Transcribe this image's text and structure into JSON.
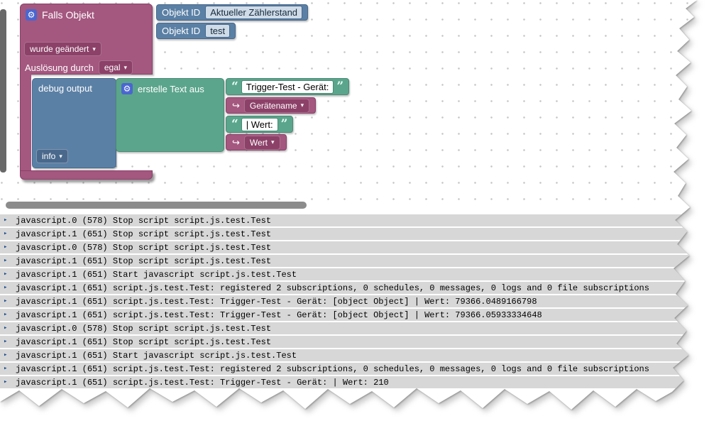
{
  "workspace": {
    "falls_block": {
      "title": "Falls Objekt",
      "changed_dropdown": "wurde geändert",
      "trigger_label": "Auslösung durch",
      "trigger_dropdown": "egal"
    },
    "objekt_rows": [
      {
        "label": "Objekt ID",
        "value": "Aktueller Zählerstand"
      },
      {
        "label": "Objekt ID",
        "value": "test"
      }
    ],
    "debug_block": {
      "title": "debug output",
      "level_dropdown": "info"
    },
    "text_block": {
      "title": "erstelle Text aus"
    },
    "text_items": [
      {
        "kind": "string",
        "value": "Trigger-Test - Gerät:"
      },
      {
        "kind": "variable",
        "value": "Gerätename"
      },
      {
        "kind": "string",
        "value": "| Wert:"
      },
      {
        "kind": "variable",
        "value": "Wert"
      }
    ]
  },
  "log": {
    "rows": [
      "javascript.0 (578) Stop script script.js.test.Test",
      "javascript.1 (651) Stop script script.js.test.Test",
      "javascript.0 (578) Stop script script.js.test.Test",
      "javascript.1 (651) Stop script script.js.test.Test",
      "javascript.1 (651) Start javascript script.js.test.Test",
      "javascript.1 (651) script.js.test.Test: registered 2 subscriptions, 0 schedules, 0 messages, 0 logs and 0 file subscriptions",
      "javascript.1 (651) script.js.test.Test: Trigger-Test - Gerät: [object Object] | Wert: 79366.0489166798",
      "javascript.1 (651) script.js.test.Test: Trigger-Test - Gerät: [object Object] | Wert: 79366.05933334648",
      "javascript.0 (578) Stop script script.js.test.Test",
      "javascript.1 (651) Stop script script.js.test.Test",
      "javascript.1 (651) Start javascript script.js.test.Test",
      "javascript.1 (651) script.js.test.Test: registered 2 subscriptions, 0 schedules, 0 messages, 0 logs and 0 file subscriptions",
      "javascript.1 (651) script.js.test.Test: Trigger-Test - Gerät: | Wert: 210"
    ]
  },
  "icons": {
    "gear": "⚙",
    "caret": "▾",
    "insert_arrow": "↪",
    "quote_open": "“",
    "quote_close": "”",
    "log_marker": "▸"
  },
  "colors": {
    "trigger_block": "#a4577f",
    "trigger_dropdown": "#8c4168",
    "system_block": "#5b80a5",
    "system_field": "#cfdce8",
    "text_block": "#5ba58c",
    "gear_badge": "#4a66d0",
    "log_row_bg": "#d7d7d7"
  }
}
